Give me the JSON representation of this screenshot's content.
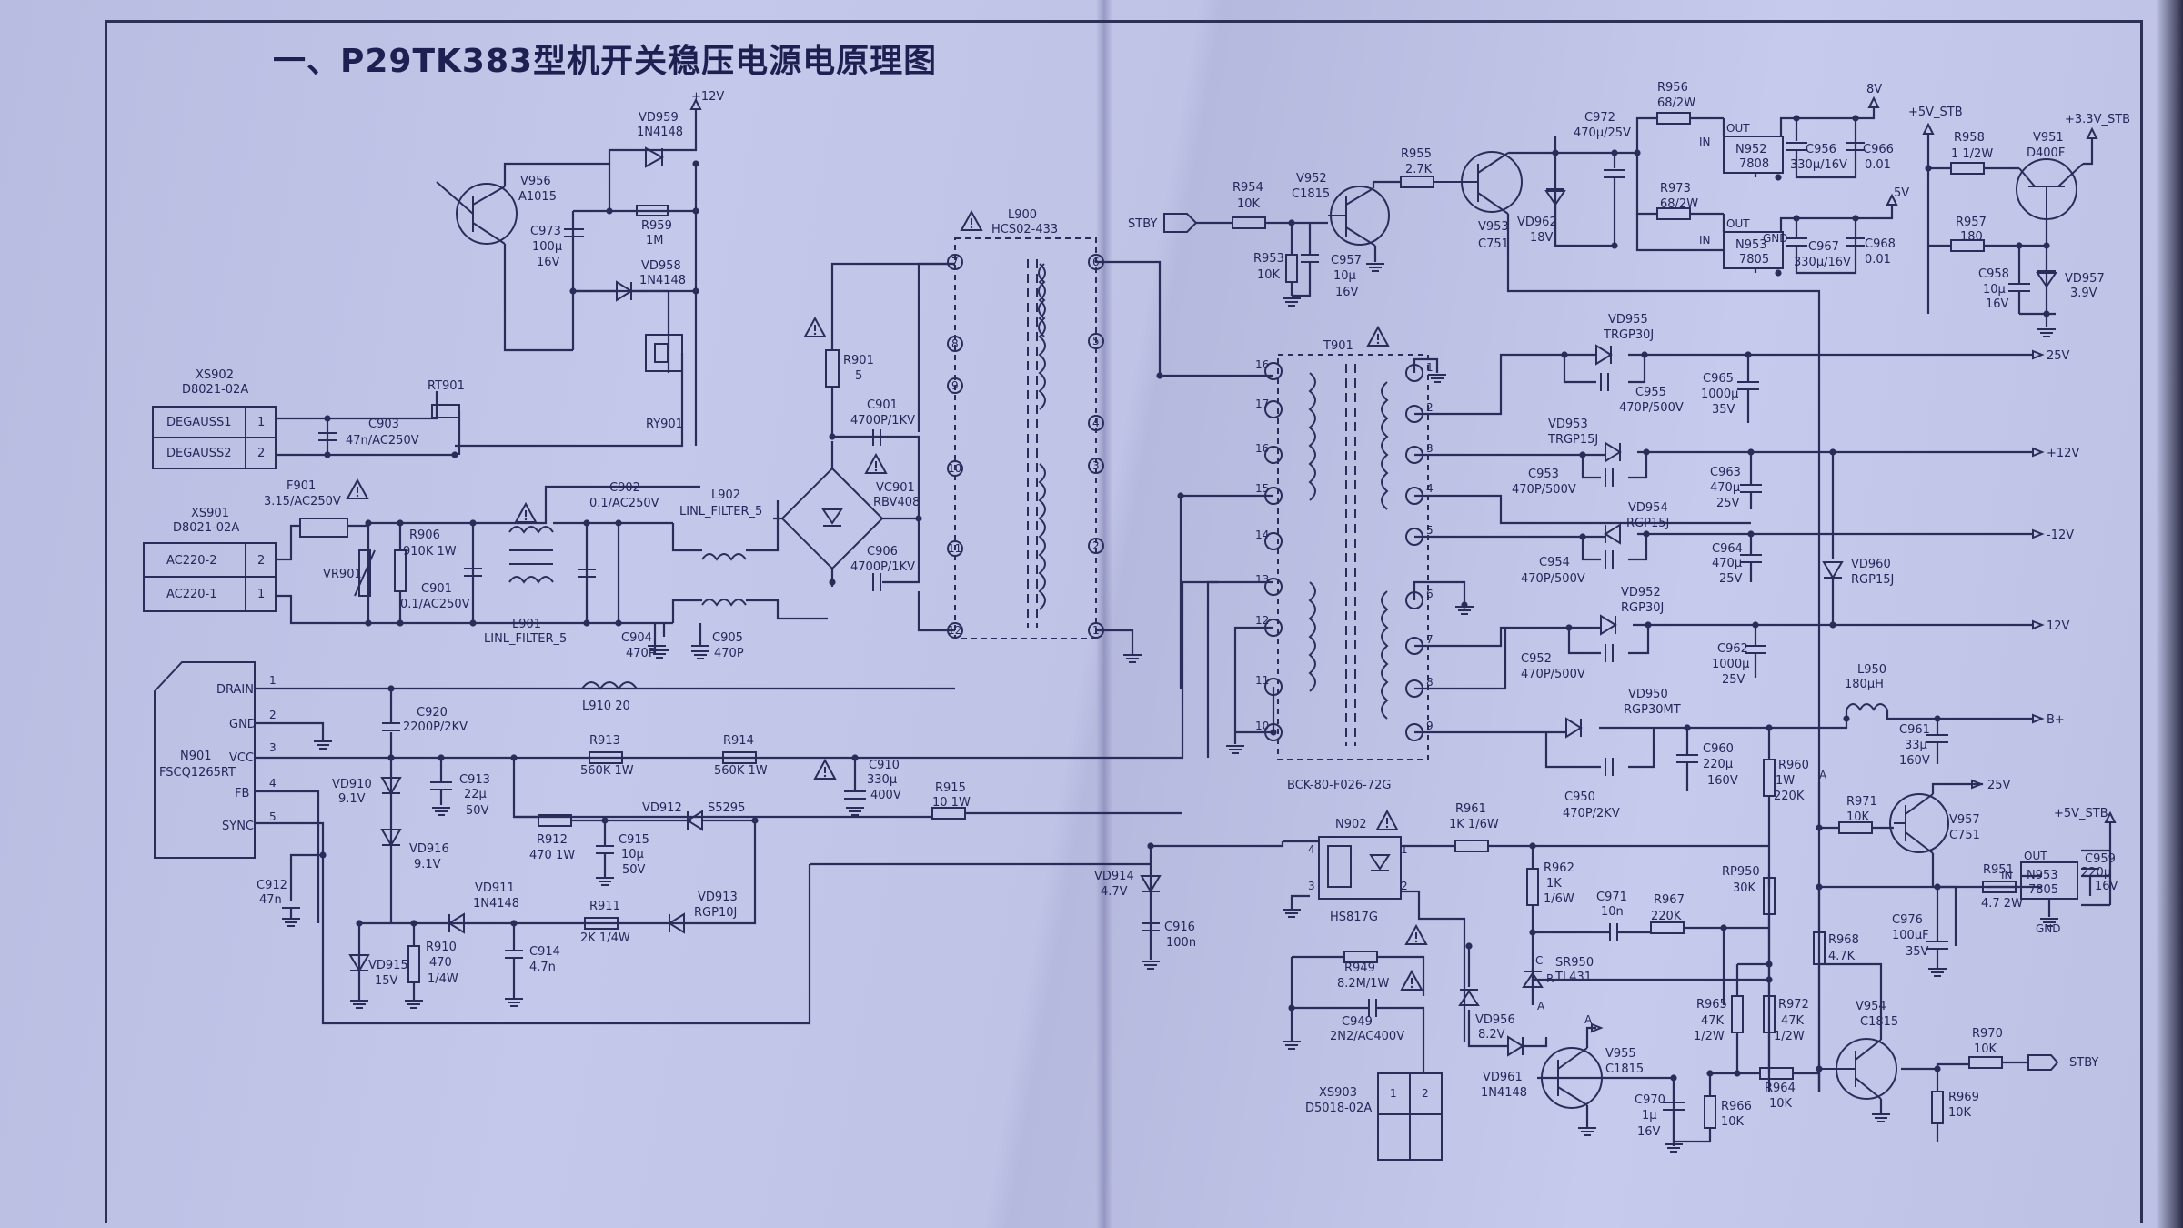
{
  "title": "一、P29TK383型机开关稳压电源电原理图",
  "connectors": {
    "xs902": {
      "ref": "XS902",
      "part": "D8021-02A",
      "pins": [
        "DEGAUSS1",
        "DEGAUSS2"
      ],
      "nums": [
        "1",
        "2"
      ]
    },
    "xs901": {
      "ref": "XS901",
      "part": "D8021-02A",
      "pins": [
        "AC220-2",
        "AC220-1"
      ],
      "nums": [
        "2",
        "1"
      ]
    },
    "xs903": {
      "ref": "XS903",
      "part": "D5018-02A",
      "nums": [
        "1",
        "2"
      ]
    }
  },
  "ic_n901": {
    "ref": "N901",
    "part": "FSCQ1265RT",
    "pins": [
      "DRAIN",
      "GND",
      "VCC",
      "FB",
      "SYNC"
    ],
    "nums": [
      "1",
      "2",
      "3",
      "4",
      "5"
    ]
  },
  "transformer": {
    "ref": "T901",
    "part": "BCK-80-F026-72G",
    "primary": [
      "16",
      "17",
      "16",
      "15",
      "14",
      "13",
      "12",
      "11",
      "10"
    ],
    "secondary": [
      "1",
      "2",
      "3",
      "4",
      "5",
      "6",
      "7",
      "8",
      "9"
    ]
  },
  "filter_l900": {
    "ref": "L900",
    "part": "HCS02-433",
    "left": [
      "7",
      "8",
      "9",
      "10",
      "11",
      "12"
    ],
    "right": [
      "6",
      "5",
      "4",
      "3",
      "2",
      "1"
    ]
  },
  "rails": [
    "25V",
    "+12V",
    "-12V",
    "12V",
    "B+",
    "25V",
    "+5V_STB",
    "8V",
    "5V",
    "+3.3V_STB",
    "STBY",
    "+12V",
    "GND"
  ],
  "labels": {
    "v956": [
      "V956",
      "A1015"
    ],
    "vd959": [
      "VD959",
      "1N4148"
    ],
    "c973": [
      "C973",
      "100μ",
      "16V"
    ],
    "r959": [
      "R959",
      "1M"
    ],
    "vd958": [
      "VD958",
      "1N4148"
    ],
    "ry901": "RY901",
    "rt901": "RT901",
    "c903": [
      "C903",
      "47n/AC250V"
    ],
    "f901": [
      "F901",
      "3.15/AC250V"
    ],
    "r906": [
      "R906",
      "910K 1W"
    ],
    "vr901": "VR901",
    "c901a": [
      "C901",
      "0.1/AC250V"
    ],
    "l901": [
      "L901",
      "LINL_FILTER_5"
    ],
    "c902": [
      "C902",
      "0.1/AC250V"
    ],
    "l902": [
      "L902",
      "LINL_FILTER_5"
    ],
    "c904": [
      "C904",
      "470P"
    ],
    "c905": [
      "C905",
      "470P"
    ],
    "r901": [
      "R901",
      "5"
    ],
    "c901b": [
      "C901",
      "4700P/1KV"
    ],
    "vc901": [
      "VC901",
      "RBV408"
    ],
    "c906": [
      "C906",
      "4700P/1KV"
    ],
    "l910": [
      "L910 20"
    ],
    "c920": [
      "C920",
      "2200P/2KV"
    ],
    "r913": [
      "R913",
      "560K 1W"
    ],
    "r914": [
      "R914",
      "560K 1W"
    ],
    "c910": [
      "C910",
      "330μ",
      "400V"
    ],
    "r915": [
      "R915",
      "10 1W"
    ],
    "vd910": [
      "VD910",
      "9.1V"
    ],
    "c913": [
      "C913",
      "22μ",
      "50V"
    ],
    "vd916": [
      "VD916",
      "9.1V"
    ],
    "r912": [
      "R912",
      "470 1W"
    ],
    "c915": [
      "C915",
      "10μ",
      "50V"
    ],
    "vd912": [
      "VD912",
      "S5295"
    ],
    "c912": [
      "C912",
      "47n"
    ],
    "vd911": [
      "VD911",
      "1N4148"
    ],
    "r911": [
      "R911",
      "2K 1/4W"
    ],
    "vd913": [
      "VD913",
      "RGP10J"
    ],
    "vd915": [
      "VD915",
      "15V"
    ],
    "r910": [
      "R910",
      "470",
      "1/4W"
    ],
    "c914": [
      "C914",
      "4.7n"
    ],
    "vd914": [
      "VD914",
      "4.7V"
    ],
    "c916": [
      "C916",
      "100n"
    ],
    "r954": [
      "R954",
      "10K"
    ],
    "v952": [
      "V952",
      "C1815"
    ],
    "r953": [
      "R953",
      "10K"
    ],
    "c957": [
      "C957",
      "10μ",
      "16V"
    ],
    "r955": [
      "R955",
      "2.7K"
    ],
    "v953": [
      "V953",
      "C751"
    ],
    "vd962": [
      "VD962",
      "18V"
    ],
    "c972": [
      "C972",
      "470μ/25V"
    ],
    "r956": [
      "R956",
      "68/2W"
    ],
    "n952": [
      "N952",
      "7808"
    ],
    "c956": [
      "C956",
      "330μ/16V"
    ],
    "c966": [
      "C966",
      "0.01"
    ],
    "r973": [
      "R973",
      "68/2W"
    ],
    "n953": [
      "N953",
      "7805"
    ],
    "c967": [
      "C967",
      "330μ/16V"
    ],
    "c968": [
      "C968",
      "0.01"
    ],
    "r958": [
      "R958",
      "1 1/2W"
    ],
    "v951": [
      "V951",
      "D400F"
    ],
    "r957": [
      "R957",
      "180"
    ],
    "c958": [
      "C958",
      "10μ",
      "16V"
    ],
    "vd957": [
      "VD957",
      "3.9V"
    ],
    "vd955": [
      "VD955",
      "TRGP30J"
    ],
    "c955": [
      "C955",
      "470P/500V"
    ],
    "c965": [
      "C965",
      "1000μ",
      "35V"
    ],
    "vd953": [
      "VD953",
      "TRGP15J"
    ],
    "c953": [
      "C953",
      "470P/500V"
    ],
    "c963": [
      "C963",
      "470μ",
      "25V"
    ],
    "vd954": [
      "VD954",
      "RGP15J"
    ],
    "c954": [
      "C954",
      "470P/500V"
    ],
    "c964": [
      "C964",
      "470μ",
      "25V"
    ],
    "vd960": [
      "VD960",
      "RGP15J"
    ],
    "vd952": [
      "VD952",
      "RGP30J"
    ],
    "c952": [
      "C952",
      "470P/500V"
    ],
    "c962": [
      "C962",
      "1000μ",
      "25V"
    ],
    "vd950": [
      "VD950",
      "RGP30MT"
    ],
    "c950": [
      "C950",
      "470P/2KV"
    ],
    "c960": [
      "C960",
      "220μ",
      "160V"
    ],
    "r960": [
      "R960",
      "1W",
      "220K"
    ],
    "l950": [
      "L950",
      "180μH"
    ],
    "c961": [
      "C961",
      "33μ",
      "160V"
    ],
    "r971": [
      "R971",
      "10K"
    ],
    "v957": [
      "V957",
      "C751"
    ],
    "n902": [
      "N902",
      "HS817G"
    ],
    "r961": [
      "R961",
      "1K 1/6W"
    ],
    "r962": [
      "R962",
      "1K",
      "1/6W"
    ],
    "c971": [
      "C971",
      "10n"
    ],
    "r967": [
      "R967",
      "220K"
    ],
    "rp950": [
      "RP950",
      "30K"
    ],
    "r968": [
      "R968",
      "4.7K"
    ],
    "c976": [
      "C976",
      "100μF",
      "35V"
    ],
    "r951": [
      "R951",
      "4.7 2W"
    ],
    "n953b": [
      "N953",
      "7805"
    ],
    "c959": [
      "C959",
      "220μ",
      "16V"
    ],
    "r949": [
      "R949",
      "8.2M/1W"
    ],
    "c949": [
      "C949",
      "2N2/AC400V"
    ],
    "sr950": [
      "SR950",
      "TL431"
    ],
    "vd956": [
      "VD956",
      "8.2V"
    ],
    "vd961": [
      "VD961",
      "1N4148"
    ],
    "v955": [
      "V955",
      "C1815"
    ],
    "r965": [
      "R965",
      "47K",
      "1/2W"
    ],
    "r972": [
      "R972",
      "47K",
      "1/2W"
    ],
    "c970": [
      "C970",
      "1μ",
      "16V"
    ],
    "r966": [
      "R966",
      "10K"
    ],
    "r964": [
      "R964",
      "10K"
    ],
    "v954": [
      "V954",
      "C1815"
    ],
    "r970": [
      "R970",
      "10K"
    ],
    "r969": [
      "R969",
      "10K"
    ]
  }
}
